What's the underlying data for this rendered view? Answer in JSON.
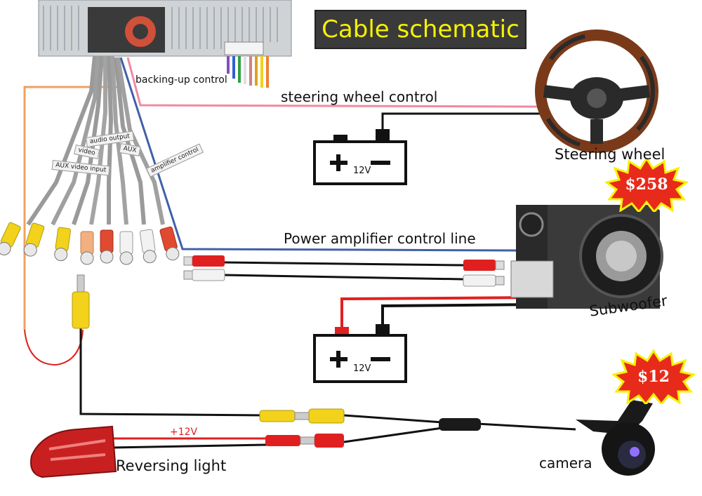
{
  "title": "Cable schematic",
  "labels": {
    "backing_up": "backing-up control",
    "steering_control": "steering wheel control",
    "steering_wheel": "Steering wheel",
    "power_amp": "Power amplifier control line",
    "subwoofer": "Subwoofer",
    "reversing_light": "Reversing light",
    "camera": "camera",
    "plus12v": "+12V",
    "battery_voltage_1": "12V",
    "battery_voltage_2": "12V"
  },
  "prices": {
    "subwoofer_price": "$258",
    "camera_price": "$12"
  },
  "cable_tags": {
    "tag_audio_output": "audio output",
    "tag_aux_1": "AUX",
    "tag_video_input": "AUX video input",
    "tag_video": "video",
    "tag_amp_control": "amplifier control"
  },
  "colors": {
    "title_bg": "#3a3a3a",
    "title_text": "#f6f200",
    "price_burst": "#e82a1a",
    "pink_wire": "#f08aa0",
    "blue_wire": "#4060a8",
    "orange_wire": "#f0a060",
    "red_wire": "#e02020",
    "black_wire": "#111111",
    "yellow_rca": "#f2d21a"
  }
}
